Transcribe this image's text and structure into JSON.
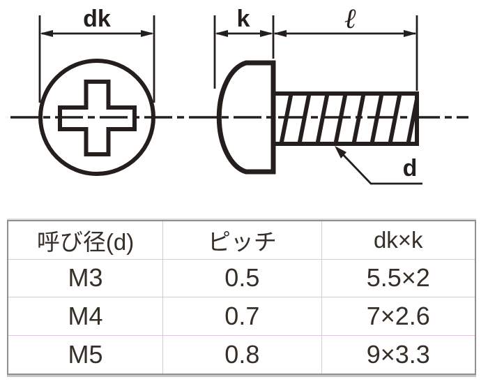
{
  "diagram": {
    "title": "pan-head-phillips-screw-dimension-drawing",
    "dim_dk": "dk",
    "dim_k": "k",
    "dim_length": "ℓ",
    "dim_d": "d"
  },
  "table": {
    "headers": [
      "呼び径(d)",
      "ピッチ",
      "dk×k"
    ],
    "rows": [
      [
        "M3",
        "0.5",
        "5.5×2"
      ],
      [
        "M4",
        "0.7",
        "7×2.6"
      ],
      [
        "M5",
        "0.8",
        "9×3.3"
      ]
    ]
  },
  "colors": {
    "drawing_line": "#241f1c",
    "table_border_outer": "#8f8f8f",
    "table_line_vertical": "#d9c6e6",
    "table_line_horizontal": "#e2c3dc",
    "table_text": "#352f27"
  }
}
